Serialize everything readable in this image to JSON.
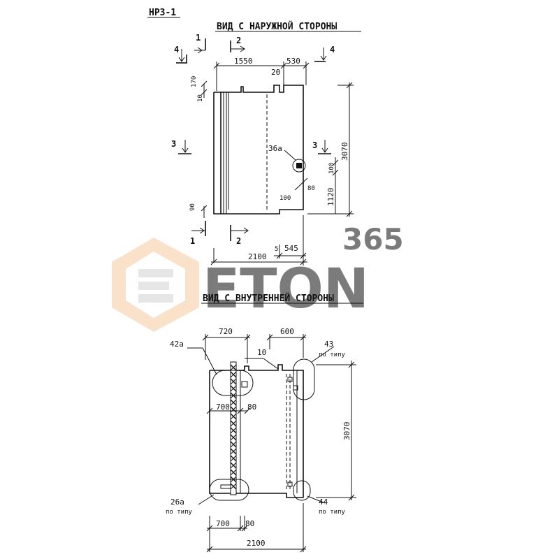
{
  "drawing_code": "НРЗ-1",
  "views": {
    "outer": {
      "title": "ВИД С НАРУЖНОЙ СТОРОНЫ",
      "dims": {
        "top_left": "1550",
        "top_right": "530",
        "gap": "20",
        "d170": "170",
        "d10": "10",
        "d90": "90",
        "height": "3070",
        "d1120": "1120",
        "d100v": "100",
        "d80": "80",
        "d100h": "100",
        "d5": "5",
        "d545": "545",
        "width": "2100"
      },
      "callouts": {
        "node": "36а"
      },
      "sections": {
        "s1a": "1",
        "s1b": "1",
        "s2a": "2",
        "s2b": "2",
        "s3a": "3",
        "s3b": "3",
        "s4a": "4",
        "s4b": "4"
      }
    },
    "inner": {
      "title": "ВИД С ВНУТРЕННЕЙ СТОРОНЫ",
      "dims": {
        "d720": "720",
        "d600": "600",
        "d10": "10",
        "d700a": "700",
        "d80a": "80",
        "height": "3070",
        "d700b": "700",
        "d80b": "80",
        "width": "2100"
      },
      "callouts": {
        "c42": "42а",
        "c43": "43",
        "c43_note": "по типу",
        "c26": "26а",
        "c26_note": "по типу",
        "c44": "44",
        "c44_note": "по типу"
      }
    }
  },
  "watermark": {
    "number": "365",
    "word": "ETON"
  },
  "colors": {
    "line": "#111111",
    "watermark_orange": "#f7c9a0",
    "watermark_gray": "#d3d3d3"
  }
}
